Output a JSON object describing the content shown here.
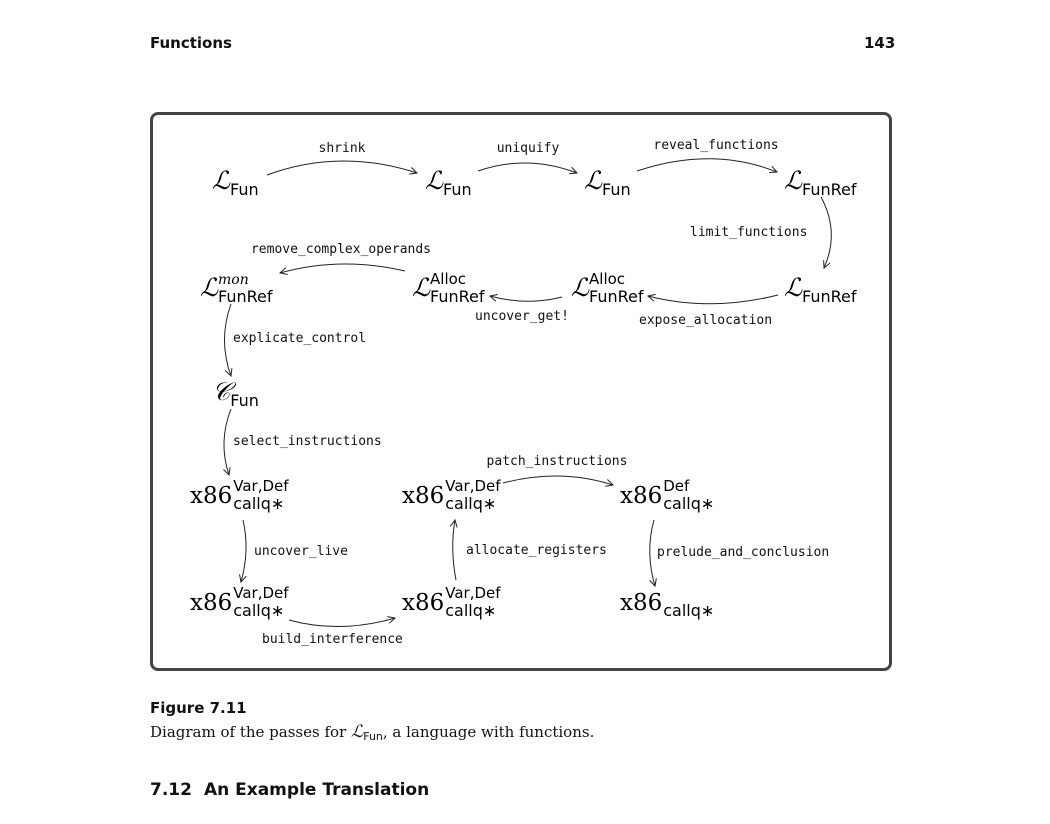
{
  "header": {
    "left": "Functions",
    "page_number": "143"
  },
  "diagram": {
    "nodes": [
      {
        "id": "n1",
        "base": "ℒ",
        "sub": "Fun",
        "sup": "",
        "sup_italic": false
      },
      {
        "id": "n2",
        "base": "ℒ",
        "sub": "Fun",
        "sup": "",
        "sup_italic": false
      },
      {
        "id": "n3",
        "base": "ℒ",
        "sub": "Fun",
        "sup": "",
        "sup_italic": false
      },
      {
        "id": "n4",
        "base": "ℒ",
        "sub": "FunRef",
        "sup": "",
        "sup_italic": false
      },
      {
        "id": "n5",
        "base": "ℒ",
        "sub": "FunRef",
        "sup": "",
        "sup_italic": false
      },
      {
        "id": "n6",
        "base": "ℒ",
        "sub": "FunRef",
        "sup": "Alloc",
        "sup_italic": false
      },
      {
        "id": "n7",
        "base": "ℒ",
        "sub": "FunRef",
        "sup": "Alloc",
        "sup_italic": false
      },
      {
        "id": "n8",
        "base": "ℒ",
        "sub": "FunRef",
        "sup": "mon",
        "sup_italic": true
      },
      {
        "id": "n9",
        "base": "𝒞",
        "sub": "Fun",
        "sup": "",
        "sup_italic": false
      },
      {
        "id": "n10",
        "base": "x86",
        "sub": "callq∗",
        "sup": "Var,Def",
        "sup_italic": false
      },
      {
        "id": "n11",
        "base": "x86",
        "sub": "callq∗",
        "sup": "Var,Def",
        "sup_italic": false
      },
      {
        "id": "n12",
        "base": "x86",
        "sub": "callq∗",
        "sup": "Var,Def",
        "sup_italic": false
      },
      {
        "id": "n13",
        "base": "x86",
        "sub": "callq∗",
        "sup": "Var,Def",
        "sup_italic": false
      },
      {
        "id": "n14",
        "base": "x86",
        "sub": "callq∗",
        "sup": "Def",
        "sup_italic": false
      },
      {
        "id": "n15",
        "base": "x86",
        "sub": "callq∗",
        "sup": "",
        "sup_italic": false
      }
    ],
    "edges": [
      {
        "from": "n1",
        "to": "n2",
        "label": "shrink"
      },
      {
        "from": "n2",
        "to": "n3",
        "label": "uniquify"
      },
      {
        "from": "n3",
        "to": "n4",
        "label": "reveal_functions"
      },
      {
        "from": "n4",
        "to": "n5",
        "label": "limit_functions"
      },
      {
        "from": "n5",
        "to": "n6",
        "label": "expose_allocation"
      },
      {
        "from": "n6",
        "to": "n7",
        "label": "uncover_get!"
      },
      {
        "from": "n7",
        "to": "n8",
        "label": "remove_complex_operands"
      },
      {
        "from": "n8",
        "to": "n9",
        "label": "explicate_control"
      },
      {
        "from": "n9",
        "to": "n10",
        "label": "select_instructions"
      },
      {
        "from": "n10",
        "to": "n11",
        "label": "uncover_live"
      },
      {
        "from": "n11",
        "to": "n12",
        "label": "build_interference"
      },
      {
        "from": "n12",
        "to": "n13",
        "label": "allocate_registers"
      },
      {
        "from": "n13",
        "to": "n14",
        "label": "patch_instructions"
      },
      {
        "from": "n14",
        "to": "n15",
        "label": "prelude_and_conclusion"
      }
    ]
  },
  "figure": {
    "label": "Figure 7.11",
    "caption_before": "Diagram of the passes for ",
    "caption_symbol": "ℒ",
    "caption_symbol_sub": "Fun",
    "caption_after": ", a language with functions."
  },
  "section": {
    "number": "7.12",
    "title": "An Example Translation"
  }
}
